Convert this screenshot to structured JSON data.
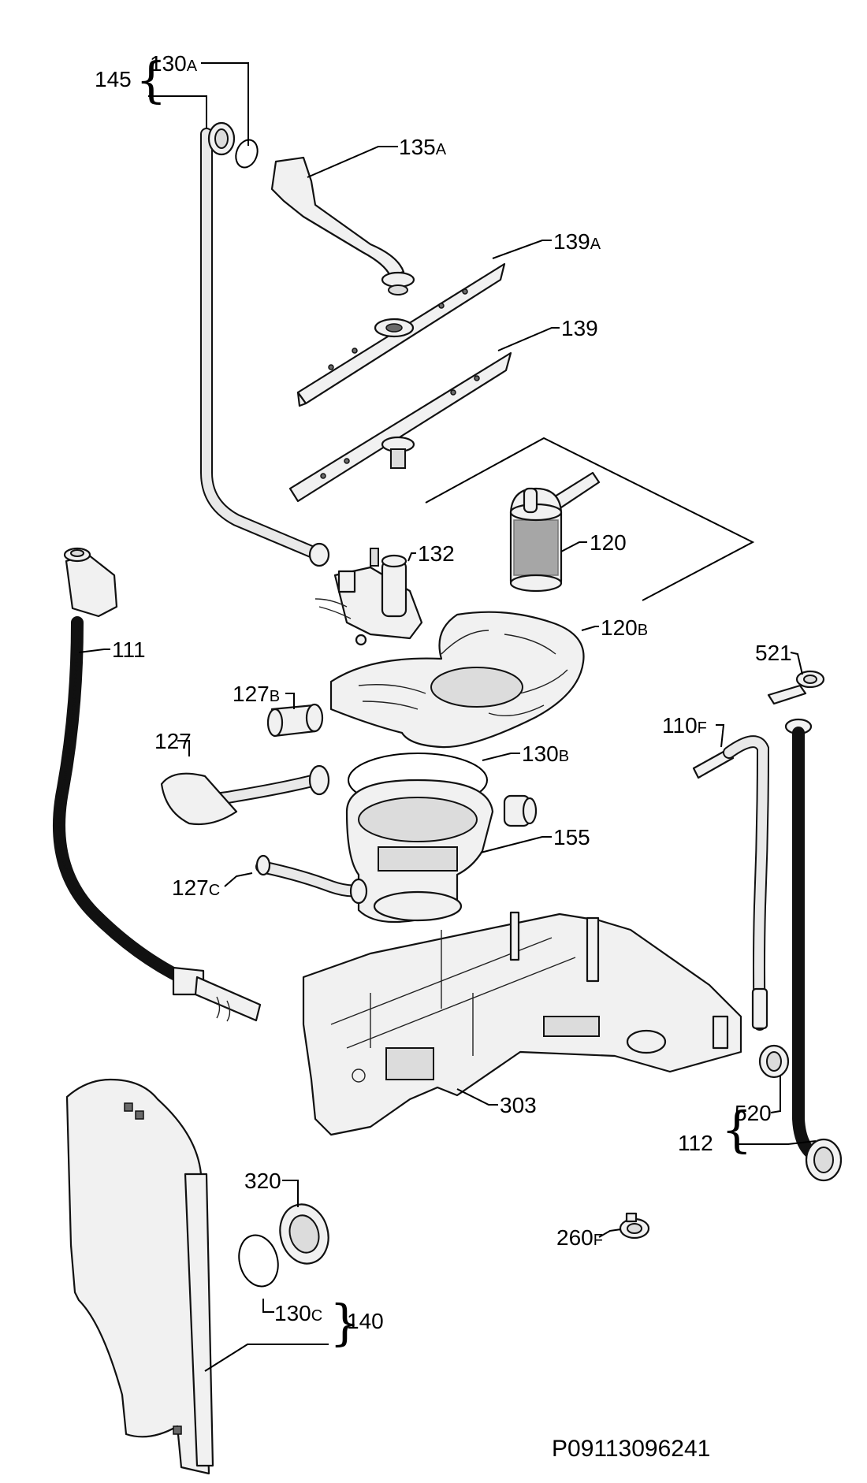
{
  "labels": {
    "l145": "145",
    "l130a_num": "130",
    "l130a_suf": "A",
    "l135a_num": "135",
    "l135a_suf": "A",
    "l139a_num": "139",
    "l139a_suf": "A",
    "l139": "139",
    "l132": "132",
    "l120": "120",
    "l120b_num": "120",
    "l120b_suf": "B",
    "l111": "111",
    "l127b_num": "127",
    "l127b_suf": "B",
    "l127": "127",
    "l130b_num": "130",
    "l130b_suf": "B",
    "l155": "155",
    "l127c_num": "127",
    "l127c_suf": "C",
    "l521": "521",
    "l110f_num": "110",
    "l110f_suf": "F",
    "l303": "303",
    "l112": "112",
    "l520": "520",
    "l320": "320",
    "l130c_num": "130",
    "l130c_suf": "C",
    "l140": "140",
    "l260f_num": "260",
    "l260f_suf": "F"
  },
  "footer": {
    "code": "P09113096241"
  }
}
